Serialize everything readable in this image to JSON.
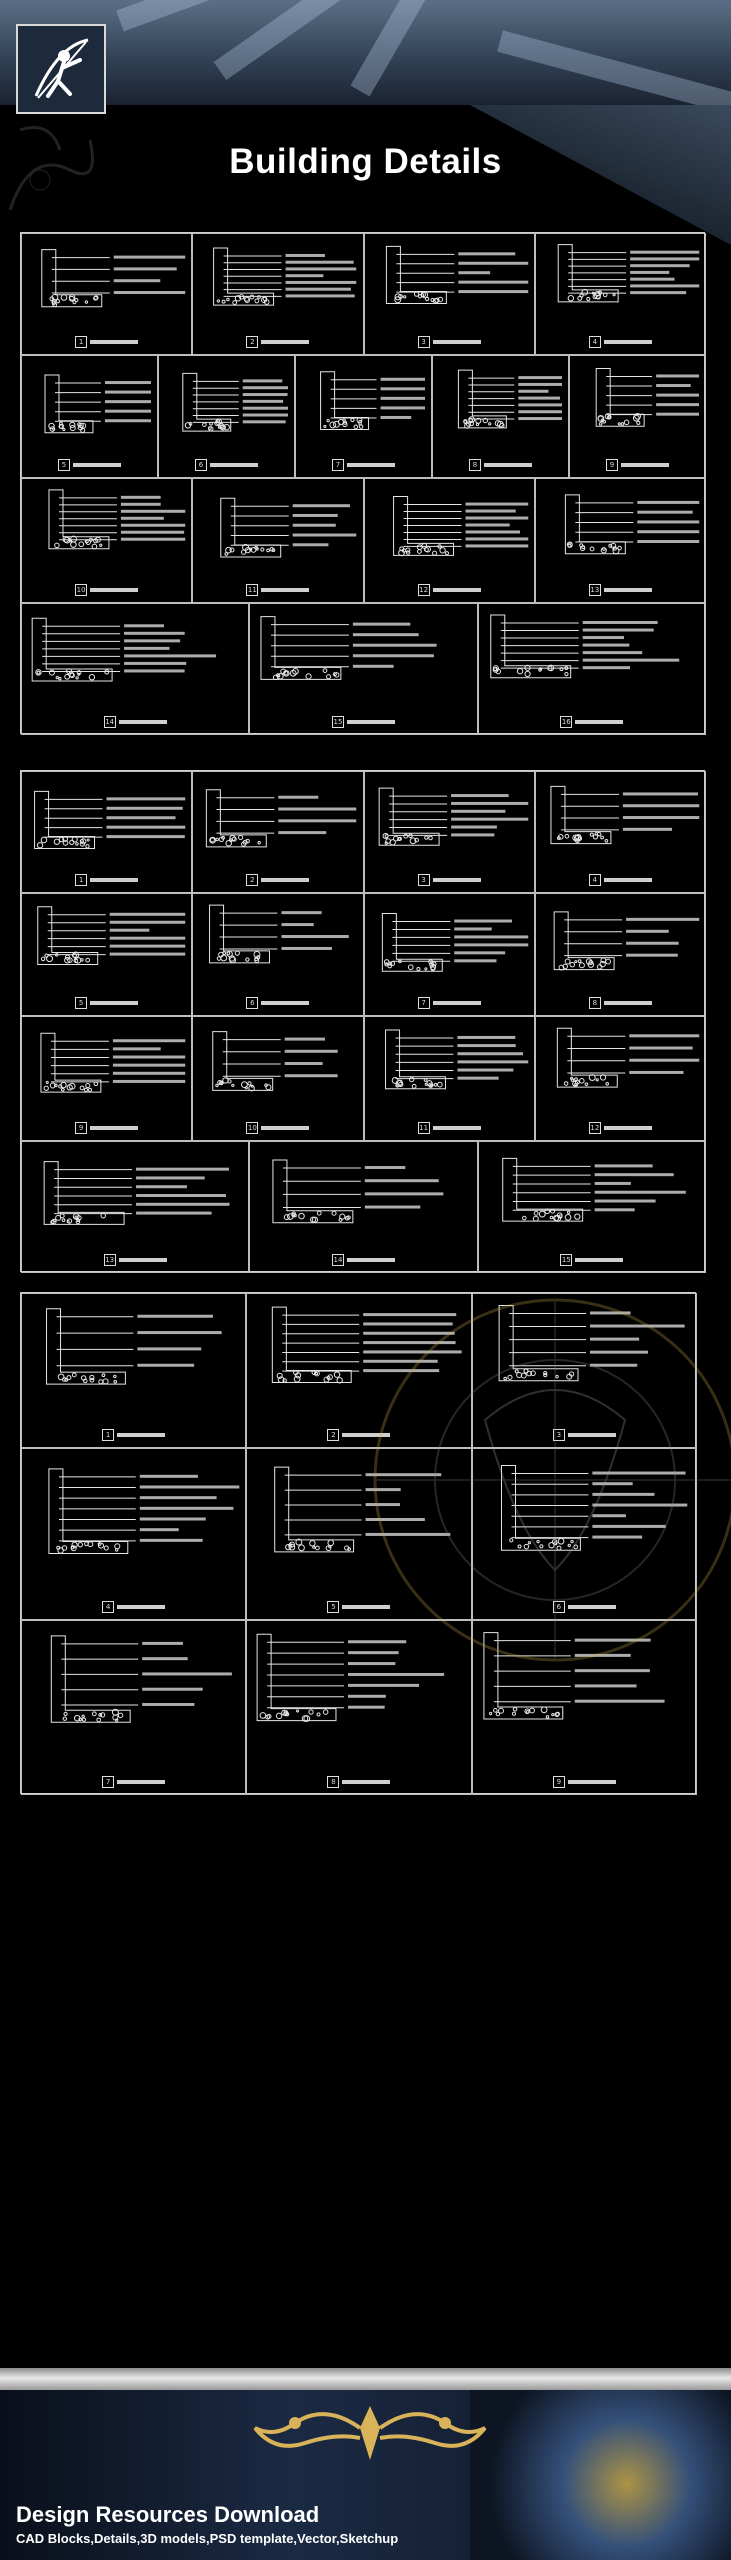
{
  "page": {
    "title": "Building Details"
  },
  "footer": {
    "title": "Design Resources Download",
    "subtitle": "CAD Blocks,Details,3D models,PSD template,Vector,Sketchup"
  },
  "sheets": [
    {
      "name": "sheet-1",
      "rows": [
        [
          1,
          2,
          3,
          4
        ],
        [
          5,
          6,
          7,
          8,
          9
        ],
        [
          10,
          11,
          12,
          13
        ],
        [
          14,
          15,
          16
        ]
      ]
    },
    {
      "name": "sheet-2",
      "rows": [
        [
          1,
          2,
          3,
          4
        ],
        [
          5,
          6,
          7,
          8
        ],
        [
          9,
          10,
          11,
          12
        ],
        [
          13,
          14,
          15
        ]
      ]
    },
    {
      "name": "sheet-3",
      "rows": [
        [
          1,
          2,
          3
        ],
        [
          4,
          5,
          6
        ],
        [
          7,
          8,
          9
        ]
      ]
    }
  ],
  "colors": {
    "background": "#000000",
    "line": "#e6e6e6",
    "banner": "#2f3f52"
  },
  "icons": [
    "archer-logo-icon",
    "gold-ornament-icon",
    "compass-watermark-icon"
  ]
}
